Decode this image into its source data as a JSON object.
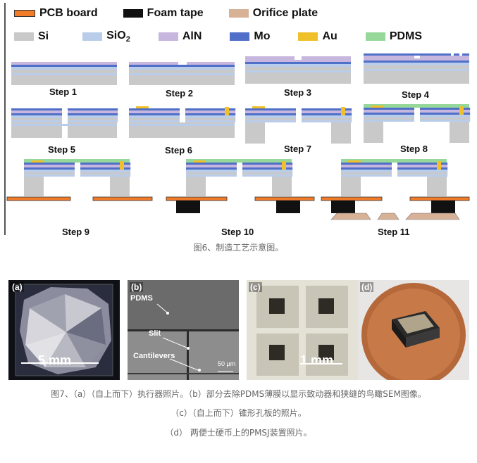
{
  "legend": {
    "row1": [
      {
        "label": "PCB board",
        "color": "#f07c2a"
      },
      {
        "label": "Foam tape",
        "color": "#111111"
      },
      {
        "label": "Orifice plate",
        "color": "#d8b296"
      }
    ],
    "row2": [
      {
        "label": "Si",
        "color": "#c9c9c9"
      },
      {
        "label": "SiO",
        "sub": "2",
        "color": "#b9cdea"
      },
      {
        "label": "AlN",
        "color": "#c7b6dd"
      },
      {
        "label": "Mo",
        "color": "#4f6fc8"
      },
      {
        "label": "Au",
        "color": "#f0c02a"
      },
      {
        "label": "PDMS",
        "color": "#96d89a"
      }
    ]
  },
  "steps": [
    "Step 1",
    "Step 2",
    "Step 3",
    "Step 4",
    "Step 5",
    "Step 6",
    "Step 7",
    "Step 8",
    "Step 9",
    "Step 10",
    "Step 11"
  ],
  "fig6_caption": "图6、制造工艺示意图。",
  "photos": {
    "a": {
      "label": "(a)",
      "scale": "5 mm"
    },
    "b": {
      "label": "(b)",
      "pdms": "PDMS",
      "slit": "Slit",
      "cantilevers": "Cantilevers",
      "scale": "50 μm"
    },
    "c": {
      "label": "(c)",
      "scale": "1 mm"
    },
    "d": {
      "label": "(d)"
    }
  },
  "fig7_caption": {
    "line1": "图7、（a）（自上而下）执行器照片。（b）部分去除PDMS薄膜以显示致动器和狭缝的鸟瞰SEM图像。",
    "line2": "（c）（自上而下）锥形孔板的照片。",
    "line3": "（d） 两便士硬币上的PMSJ装置照片。"
  }
}
